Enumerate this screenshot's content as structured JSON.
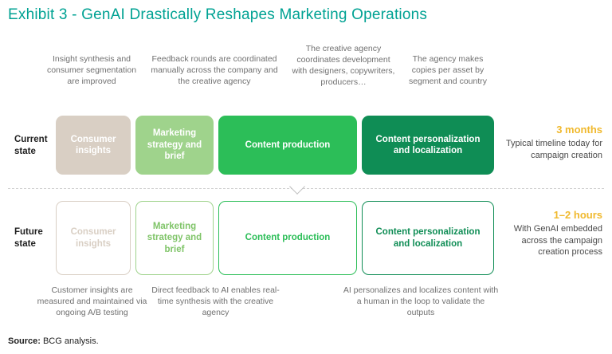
{
  "title": "Exhibit 3 - GenAI Drastically Reshapes Marketing Operations",
  "colors": {
    "title_teal": "#00A293",
    "stage_beige": "#D9CFC4",
    "stage_light_green": "#9FD38C",
    "stage_green": "#2CBE58",
    "stage_dark_green": "#0F8D55",
    "timeline_gold": "#F0B92E",
    "annotation_gray": "#707070"
  },
  "current": {
    "row_label": "Current state",
    "annotations": [
      "Insight synthesis and consumer segmentation are improved",
      "Feedback rounds are coordinated manually across the company and the creative agency",
      "The creative agency coordinates development with designers, copywriters, producers…",
      "The agency makes copies per asset by segment and country"
    ],
    "stages": [
      {
        "label": "Consumer insights",
        "color": "#D9CFC4"
      },
      {
        "label": "Marketing strategy and brief",
        "color": "#9FD38C"
      },
      {
        "label": "Content production",
        "color": "#2CBE58"
      },
      {
        "label": "Content personalization and localization",
        "color": "#0F8D55"
      }
    ],
    "timeline_value": "3 months",
    "timeline_description": "Typical timeline today for campaign creation"
  },
  "future": {
    "row_label": "Future state",
    "annotations": [
      "Customer insights are measured and maintained via ongoing A/B testing",
      "Direct feedback to AI enables real-time synthesis with the creative agency",
      "AI personalizes and localizes content with a human in the loop to validate the outputs"
    ],
    "stages": [
      {
        "label": "Consumer insights",
        "color": "#D9CFC4"
      },
      {
        "label": "Marketing strategy and brief",
        "color": "#9FD38C"
      },
      {
        "label": "Content production",
        "color": "#2CBE58"
      },
      {
        "label": "Content personalization and localization",
        "color": "#0F8D55"
      }
    ],
    "timeline_value": "1–2 hours",
    "timeline_description": "With GenAI embedded across the campaign creation process"
  },
  "source": {
    "label": "Source:",
    "text": "BCG analysis."
  }
}
